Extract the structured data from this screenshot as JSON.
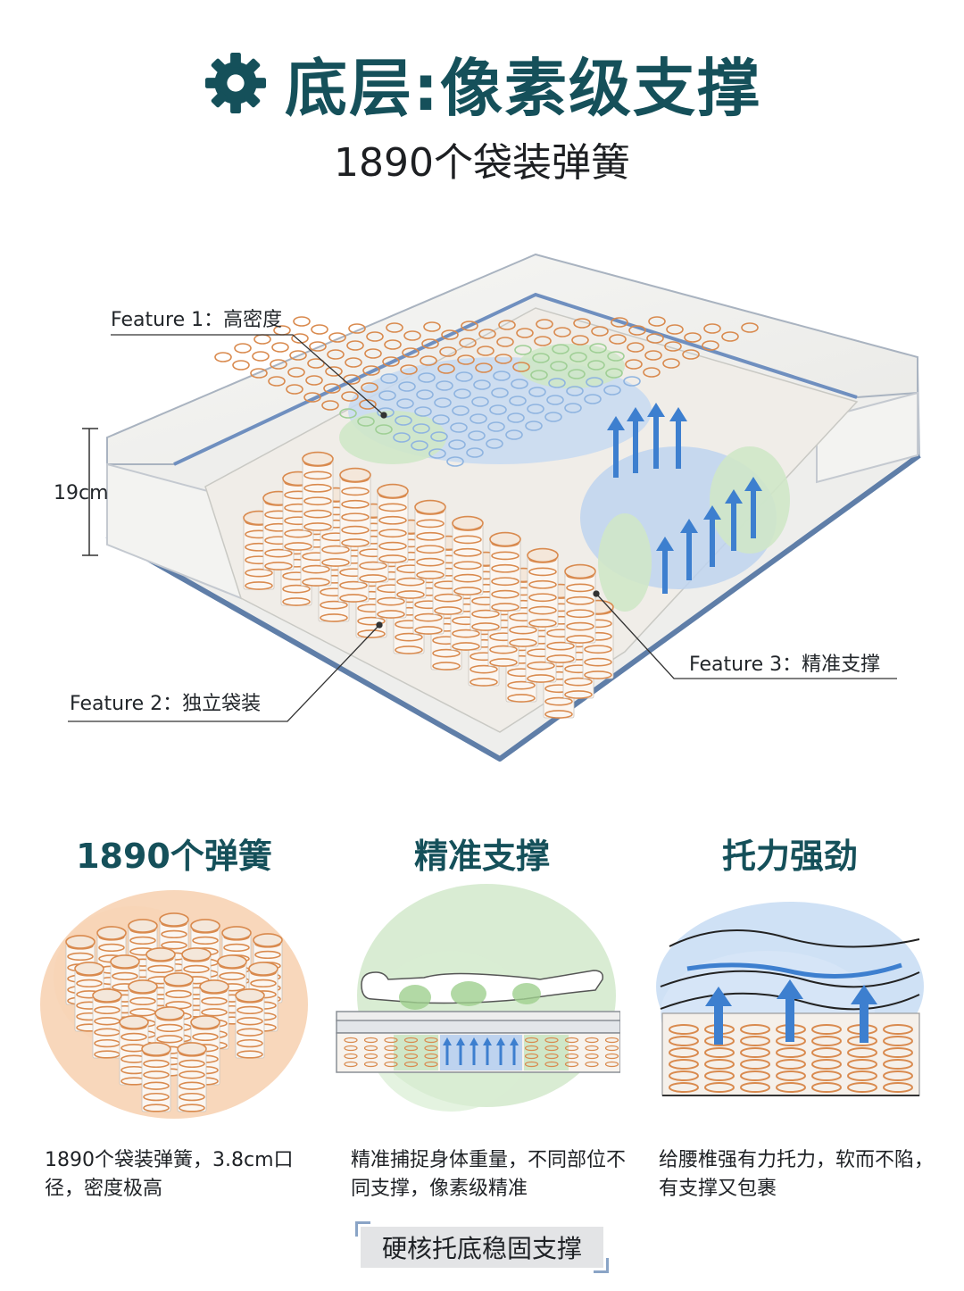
{
  "header": {
    "title": "底层:像素级支撑",
    "subtitle": "1890个袋装弹簧",
    "icon": "gear-icon"
  },
  "main": {
    "height_label": "19cm",
    "features": [
      {
        "label": "Feature 1：高密度"
      },
      {
        "label": "Feature 2：独立袋装"
      },
      {
        "label": "Feature 3：精准支撑"
      }
    ]
  },
  "columns": [
    {
      "title": "1890个弹簧",
      "desc": "1890个袋装弹簧，3.8cm口径，密度极高",
      "icon": "spring-cluster-icon"
    },
    {
      "title": "精准支撑",
      "desc": "精准捕捉身体重量，不同部位不同支撑，像素级精准",
      "icon": "body-support-icon"
    },
    {
      "title": "托力强劲",
      "desc": "给腰椎强有力托力，软而不陷，有支撑又包裹",
      "icon": "uplift-icon"
    }
  ],
  "footer": {
    "badge": "硬核托底稳固支撑"
  },
  "colors": {
    "title": "#15505a",
    "spring": "#d98a4e",
    "zone_blue": "#8fb4e0",
    "zone_green": "#a9d3a4",
    "arrow": "#3d7fcf"
  }
}
